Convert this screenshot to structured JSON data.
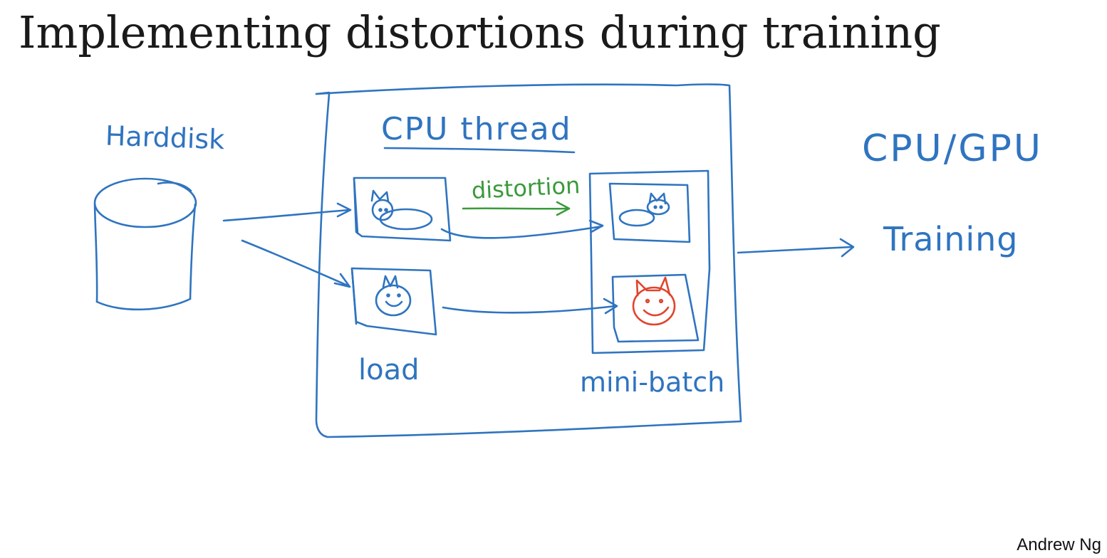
{
  "slide": {
    "title": "Implementing distortions during training",
    "author": "Andrew Ng"
  },
  "diagram": {
    "labels": {
      "harddisk": "Harddisk",
      "cpu_thread": "CPU thread",
      "distortion": "distortion",
      "load": "load",
      "mini_batch": "mini-batch",
      "cpu_gpu": "CPU/GPU",
      "training": "Training"
    },
    "colors": {
      "ink_blue": "#2f74c0",
      "ink_green": "#3a9a3a",
      "ink_red": "#e0442c",
      "title_text": "#1a1a1a"
    },
    "icons": [
      "disk-cylinder-icon",
      "cat-icon",
      "distorted-cat-icon"
    ]
  }
}
